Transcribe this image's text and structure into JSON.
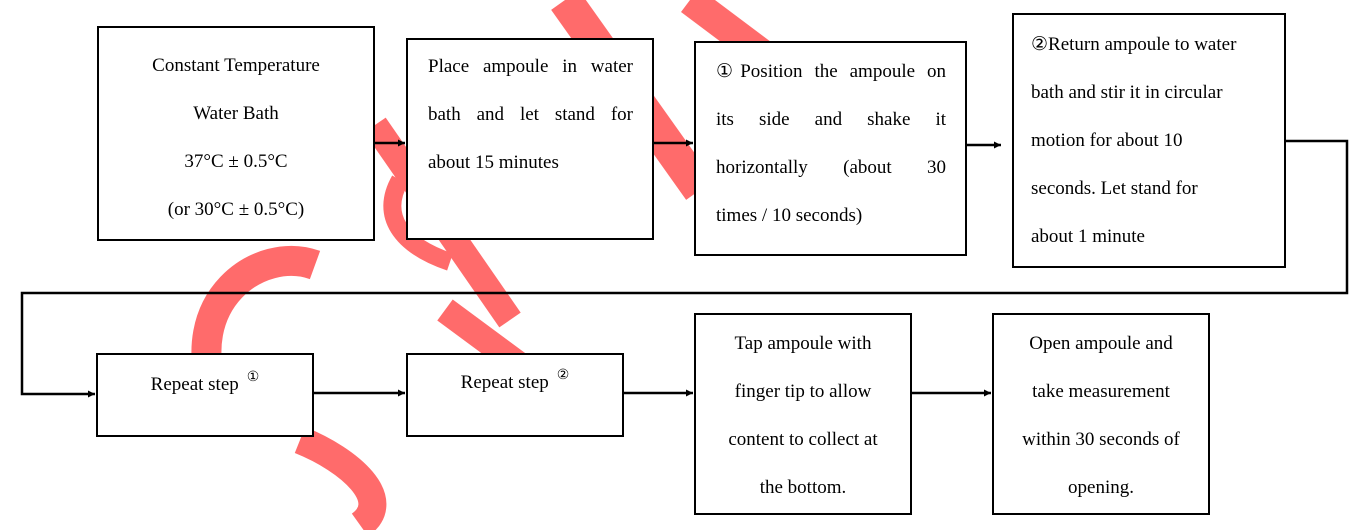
{
  "watermark": {
    "color": "#ff6b6b",
    "shape": "curved-letter-strokes"
  },
  "diagram": {
    "type": "flowchart",
    "row1": [
      {
        "id": "water-bath",
        "lines": [
          "Constant Temperature",
          "Water Bath",
          "37°C ± 0.5°C",
          "(or 30°C ± 0.5°C)"
        ]
      },
      {
        "id": "stand-15",
        "lines": [
          "Place ampoule in water",
          "bath and let stand for",
          "about 15 minutes"
        ]
      },
      {
        "id": "step1",
        "lines": [
          "①Position the ampoule on",
          "its side and shake it",
          "horizontally (about 30",
          "times / 10 seconds)"
        ]
      },
      {
        "id": "step2",
        "lines": [
          "②Return ampoule to water",
          "bath and stir it in circular",
          "motion for about 10",
          "seconds. Let stand for",
          "about 1 minute"
        ]
      }
    ],
    "row2": [
      {
        "id": "repeat1",
        "text": "Repeat step",
        "mark": "①"
      },
      {
        "id": "repeat2",
        "text": "Repeat step",
        "mark": "②"
      },
      {
        "id": "tap",
        "lines": [
          "Tap ampoule with",
          "finger tip to allow",
          "content to collect at",
          "the bottom."
        ]
      },
      {
        "id": "open",
        "lines": [
          "Open ampoule and",
          "take measurement",
          "within 30 seconds of",
          "opening."
        ]
      }
    ]
  }
}
